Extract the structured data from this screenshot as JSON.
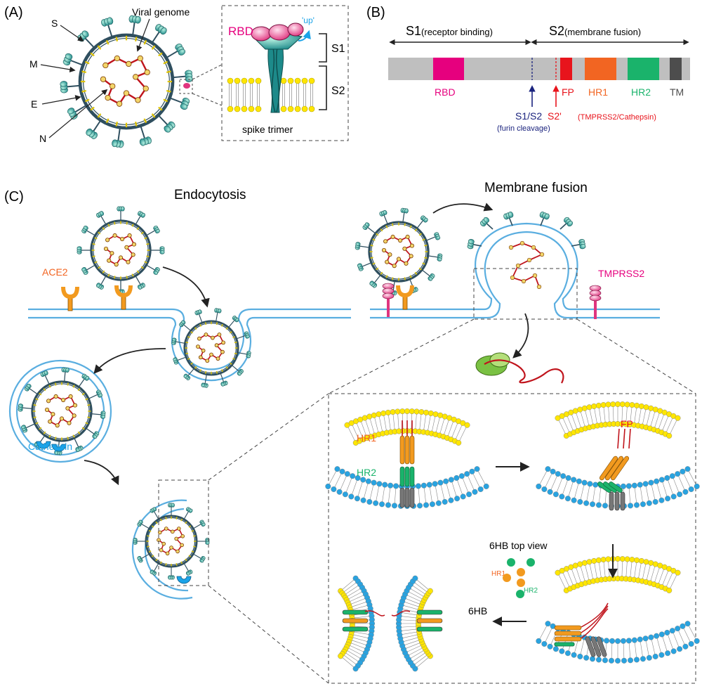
{
  "panels": {
    "a": "(A)",
    "b": "(B)",
    "c": "(C)"
  },
  "virion": {
    "s": "S",
    "m": "M",
    "e": "E",
    "n": "N",
    "genome": "Viral genome"
  },
  "spike": {
    "rbd": "RBD",
    "up": "'up'",
    "s1": "S1",
    "s2": "S2",
    "trimer": "spike trimer"
  },
  "domains": {
    "s1_main": "S1",
    "s1_sub": "(receptor binding)",
    "s2_main": "S2",
    "s2_sub": "(membrane fusion)",
    "rbd": "RBD",
    "fp": "FP",
    "hr1": "HR1",
    "hr2": "HR2",
    "tm": "TM",
    "s1s2": "S1/S2",
    "furin": "(furin cleavage)",
    "s2p": "S2'",
    "tmprss": "(TMPRSS2/Cathepsin)"
  },
  "entry": {
    "endocytosis": "Endocytosis",
    "fusion": "Membrane fusion",
    "ace2": "ACE2",
    "tmprss2": "TMPRSS2",
    "cathepsin": "Cathepsin"
  },
  "zoom": {
    "hr1": "HR1",
    "hr2": "HR2",
    "fp": "FP",
    "topview": "6HB top view",
    "tv_hr1": "HR1",
    "tv_hr2": "HR2",
    "sixhb": "6HB"
  },
  "colors": {
    "membrane": "#5aaee0",
    "rbd": "#e6007e",
    "fp": "#e8141c",
    "hr1": "#f26522",
    "hr2": "#1ab36b",
    "tm": "#4d4d4d",
    "bar": "#bfbfbf",
    "furin": "#1a237e",
    "spike": "#1d8a8a",
    "lipid_top": "#ffe600",
    "lipid_bottom": "#29a3e0",
    "orange": "#f29a1f"
  }
}
